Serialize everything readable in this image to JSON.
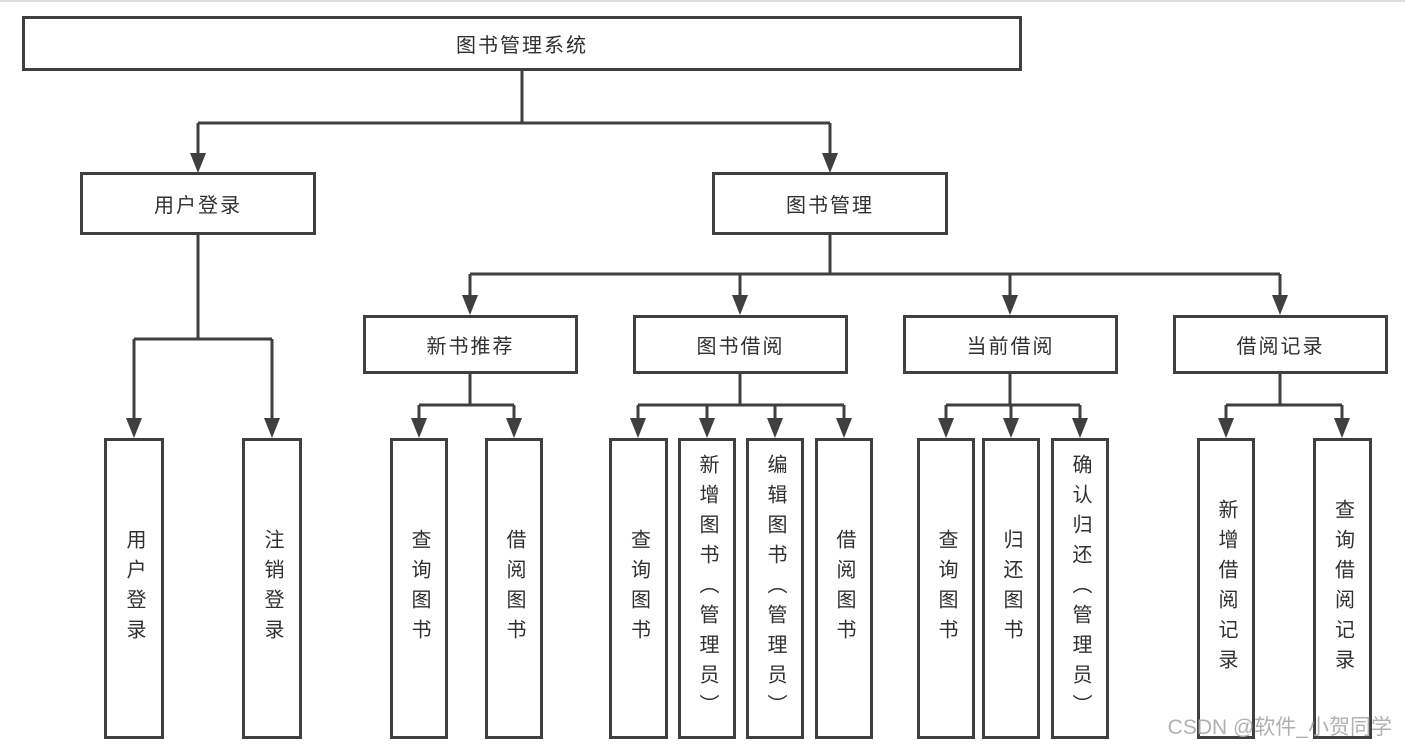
{
  "colors": {
    "line": "#3f3f3f",
    "border": "#3f3f3f",
    "text": "#303030",
    "background": "#ffffff",
    "watermark": "#a9a9a9"
  },
  "watermark": {
    "text": "CSDN @软件_小贺同学"
  },
  "tree": {
    "root": {
      "label": "图书管理系统"
    },
    "children": [
      {
        "label": "用户登录",
        "children": [
          {
            "label": "用户登录"
          },
          {
            "label": "注销登录"
          }
        ]
      },
      {
        "label": "图书管理",
        "children": [
          {
            "label": "新书推荐",
            "children": [
              {
                "label": "查询图书"
              },
              {
                "label": "借阅图书"
              }
            ]
          },
          {
            "label": "图书借阅",
            "children": [
              {
                "label": "查询图书"
              },
              {
                "label": "新增图书（管理员）"
              },
              {
                "label": "编辑图书（管理员）"
              },
              {
                "label": "借阅图书"
              }
            ]
          },
          {
            "label": "当前借阅",
            "children": [
              {
                "label": "查询图书"
              },
              {
                "label": "归还图书"
              },
              {
                "label": "确认归还（管理员）"
              }
            ]
          },
          {
            "label": "借阅记录",
            "children": [
              {
                "label": "新增借阅记录"
              },
              {
                "label": "查询借阅记录"
              }
            ]
          }
        ]
      }
    ]
  }
}
